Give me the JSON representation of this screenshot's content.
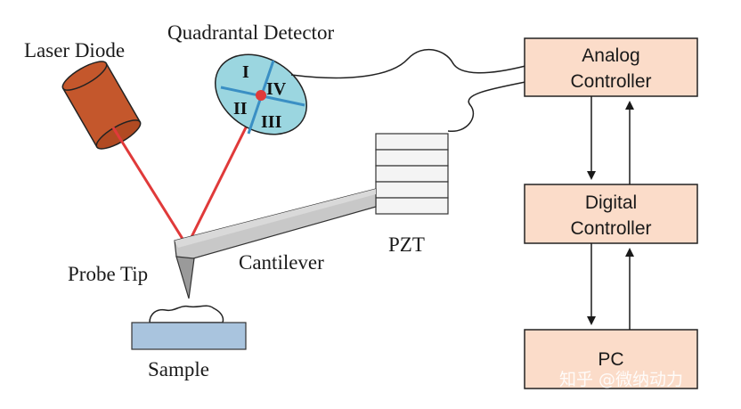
{
  "labels": {
    "laser_diode": "Laser Diode",
    "quadrantal_detector": "Quadrantal Detector",
    "probe_tip": "Probe Tip",
    "cantilever": "Cantilever",
    "pzt": "PZT",
    "sample": "Sample"
  },
  "quadrants": {
    "q1": "I",
    "q2": "II",
    "q3": "III",
    "q4": "IV"
  },
  "controllers": {
    "analog_line1": "Analog",
    "analog_line2": "Controller",
    "digital_line1": "Digital",
    "digital_line2": "Controller",
    "pc": "PC"
  },
  "watermark": "知乎 @微纳动力",
  "colors": {
    "laser_beam": "#e03a3a",
    "laser_body": "#c4572c",
    "detector_fill": "#9bd6e0",
    "detector_lines": "#3a8fc4",
    "controller_fill": "#fbdcc9",
    "sample_fill": "#a9c4de",
    "cantilever_fill": "#c8c8c8",
    "pzt_fill": "#f4f4f4"
  }
}
